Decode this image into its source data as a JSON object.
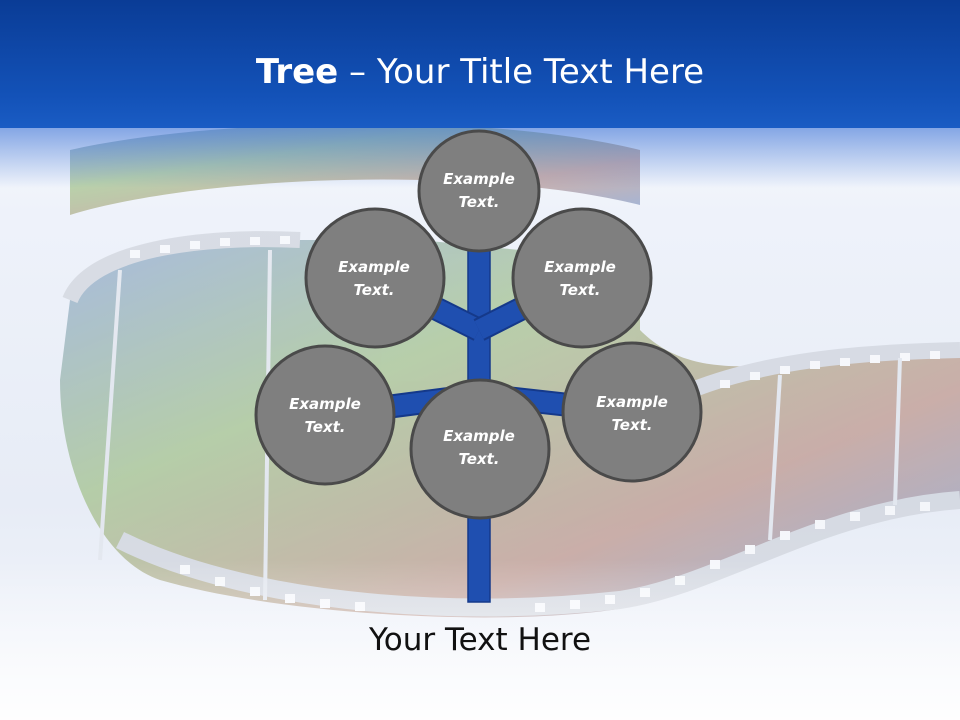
{
  "header": {
    "title_bold": "Tree",
    "title_rest": " – Your Title Text Here"
  },
  "tree": {
    "nodes": [
      {
        "line1": "Example",
        "line2": "Text."
      },
      {
        "line1": "Example",
        "line2": "Text."
      },
      {
        "line1": "Example",
        "line2": "Text."
      },
      {
        "line1": "Example",
        "line2": "Text."
      },
      {
        "line1": "Example",
        "line2": "Text."
      },
      {
        "line1": "Example",
        "line2": "Text."
      }
    ],
    "branch_color": "#1f4fb0",
    "node_fill": "#7f7f7f",
    "node_stroke": "#4a4a4a"
  },
  "footer": {
    "text": "Your Text Here"
  },
  "colors": {
    "header_blue": "#1352b8",
    "title_text": "#ffffff"
  }
}
